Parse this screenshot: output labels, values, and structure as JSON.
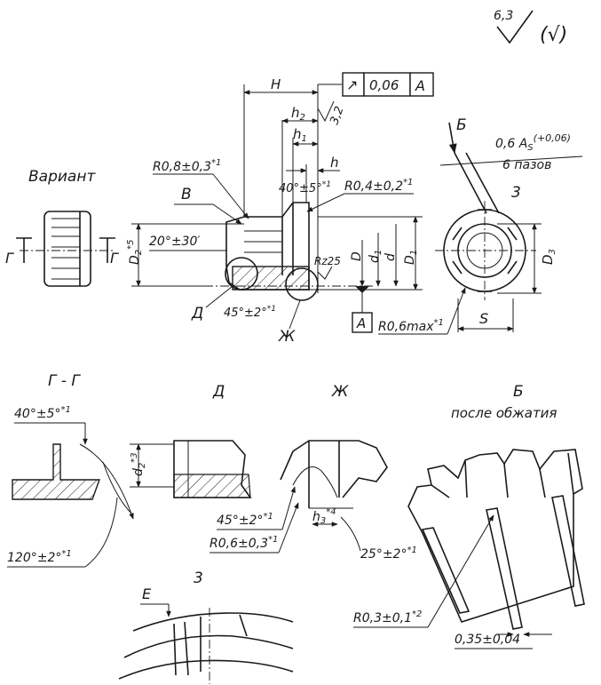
{
  "roughness": {
    "general": "6,3",
    "other": "(√)"
  },
  "main_view": {
    "tolerance_frame": {
      "symbol": "↗",
      "value": "0,06",
      "datum": "A"
    },
    "dims": {
      "H": "H",
      "h2": "h",
      "h2_sub": "2",
      "h1": "h",
      "h1_sub": "1",
      "h": "h",
      "ra32": "3,2",
      "r08": "R0,8±0,3",
      "r08_star": "*1",
      "b": "В",
      "a40": "40°±5°",
      "a40_star": "*1",
      "r04": "R0,4±0,2",
      "r04_star": "*1",
      "a20": "20°±30′",
      "d2": "D",
      "d2_sub": "2",
      "d2_star": "*5",
      "rz25": "Rz25",
      "D": "D",
      "d1": "d",
      "d1_sub": "1",
      "d": "d",
      "D1": "D",
      "D1_sub": "1",
      "zh": "Ж",
      "dd": "Д",
      "a45": "45°±2°",
      "a45_star": "*1",
      "datum": "A"
    }
  },
  "variant": {
    "title": "Вариант",
    "cut_left": "Г",
    "cut_right": "Г"
  },
  "end_view": {
    "b": "Б",
    "slot": "0,6 A",
    "slot_sub": "S",
    "slot_tol": "(+0,06)",
    "slots_count": "6 пазов",
    "three": "3",
    "d3": "D",
    "d3_sub": "3",
    "r06": "R0,6max",
    "r06_star": "*1",
    "s": "S"
  },
  "section_gg": {
    "title": "Г - Г",
    "a40": "40°±5°",
    "a40_star": "*1",
    "d2": "d",
    "d2_sub": "2",
    "d2_star": "*3",
    "a120": "120°±2°",
    "a120_star": "*1"
  },
  "detail_d": {
    "title": "Д",
    "a45": "45°±2°",
    "a45_star": "*1",
    "r06": "R0,6±0,3",
    "r06_star": "*1"
  },
  "detail_zh": {
    "title": "Ж",
    "h3": "h",
    "h3_sub": "3",
    "h3_star": "*4",
    "a25": "25°±2°",
    "a25_star": "*1"
  },
  "detail_b": {
    "title": "Б",
    "subtitle": "после обжатия",
    "r03": "R0,3±0,1",
    "r03_star": "*2",
    "w035": "0,35±0,04"
  },
  "detail_3": {
    "title": "3",
    "e": "E"
  }
}
